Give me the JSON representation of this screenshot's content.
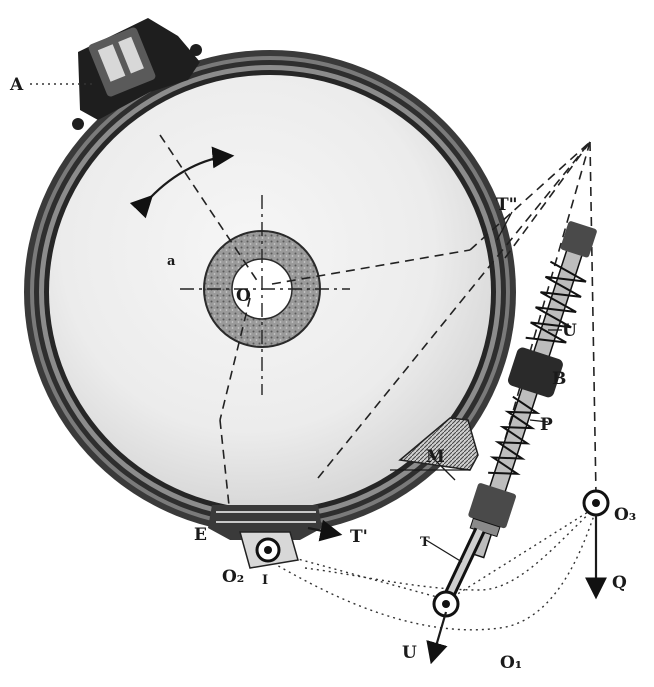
{
  "labels": {
    "A": "A",
    "O": "O",
    "T_double_prime": "T\"",
    "U_upper": "U",
    "B": "B",
    "P": "P",
    "M": "M",
    "E": "E",
    "T_prime": "T'",
    "O2": "O₂",
    "I_lower": "I",
    "T_rod": "T",
    "O3": "O₃",
    "Q": "Q",
    "U_lower": "U",
    "O1": "O₁",
    "small_a": "a"
  }
}
